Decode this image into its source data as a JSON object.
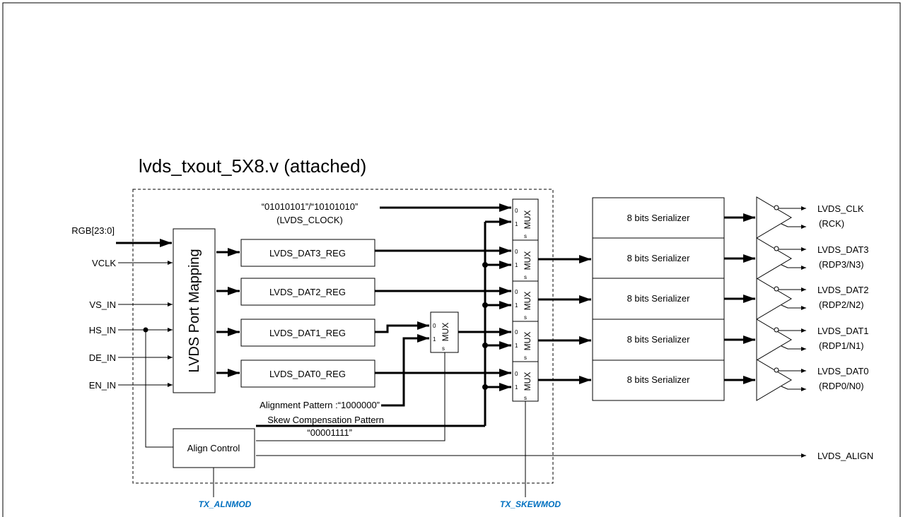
{
  "title": "lvds_txout_5X8.v (attached)",
  "inputs": [
    "RGB[23:0]",
    "VCLK",
    "VS_IN",
    "HS_IN",
    "DE_IN",
    "EN_IN"
  ],
  "port_mapping": "LVDS Port Mapping",
  "registers": [
    "LVDS_DAT3_REG",
    "LVDS_DAT2_REG",
    "LVDS_DAT1_REG",
    "LVDS_DAT0_REG"
  ],
  "clock_pattern": "“01010101”/“10101010”",
  "clock_label": "(LVDS_CLOCK)",
  "alignment_pattern": "Alignment Pattern :“1000000”",
  "skew_pattern": "Skew Compensation Pattern",
  "skew_pattern_value": "“00001111”",
  "align_control": "Align Control",
  "mux": {
    "label": "MUX",
    "in0": "0",
    "in1": "1",
    "sel": "s"
  },
  "serializer": "8 bits Serializer",
  "outputs": [
    {
      "name": "LVDS_CLK",
      "pins": "(RCK)"
    },
    {
      "name": "LVDS_DAT3",
      "pins": "(RDP3/N3)"
    },
    {
      "name": "LVDS_DAT2",
      "pins": "(RDP2/N2)"
    },
    {
      "name": "LVDS_DAT1",
      "pins": "(RDP1/N1)"
    },
    {
      "name": "LVDS_DAT0",
      "pins": "(RDP0/N0)"
    }
  ],
  "align_output": "LVDS_ALIGN",
  "controls": [
    "TX_ALNMOD",
    "TX_SKEWMOD"
  ],
  "colors": {
    "control_label": "#0070c0"
  }
}
